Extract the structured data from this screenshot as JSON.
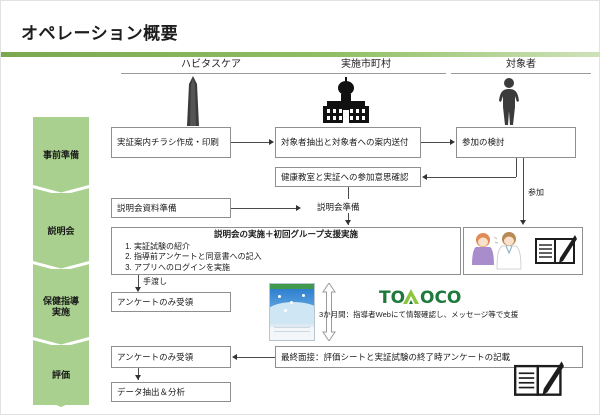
{
  "title": "オペレーション概要",
  "lanes": [
    {
      "id": "habitus",
      "label": "ハビタスケア",
      "icon": "office-building-icon"
    },
    {
      "id": "municipality",
      "label": "実施市町村",
      "icon": "city-hall-icon"
    },
    {
      "id": "participant",
      "label": "対象者",
      "icon": "person-icon"
    }
  ],
  "stages": [
    {
      "id": "prep",
      "label": "事前準備"
    },
    {
      "id": "briefing",
      "label": "説明会"
    },
    {
      "id": "guidance",
      "label": "保健指導\n実施",
      "line1": "保健指導",
      "line2": "実施"
    },
    {
      "id": "evaluation",
      "label": "評価"
    }
  ],
  "boxes": {
    "flyer": "実証案内チラシ作成・印刷",
    "extract": "対象者抽出と対象者への案内送付",
    "consider": "参加の検討",
    "confirm": "健康教室と実証への参加意思確認",
    "material_prep": "説明会資料準備",
    "briefing_prep": "説明会準備",
    "meeting_title": "説明会の実施＋初回グループ支援実施",
    "meeting_steps": [
      "実証試験の紹介",
      "指導前アンケートと同意書への記入",
      "アプリへのログインを実施"
    ],
    "survey_receive_1": "アンケートのみ受領",
    "survey_receive_2": "アンケートのみ受領",
    "data_analysis": "データ抽出＆分析",
    "final_interview": "最終面接：評価シートと実証試験の終了時アンケートの記載"
  },
  "arrow_labels": {
    "join": "参加",
    "handover": "手渡し"
  },
  "brand": {
    "logo_text_left": "TO",
    "logo_text_right": "OCO",
    "logo_full": "TOMOCO",
    "support_note": "3か月間：指導者Webにて情報確認し、メッセージ等で支援"
  },
  "colors": {
    "accent_green": "#7aa84f",
    "band_green": "#a9d08e",
    "logo_dark_green": "#1e7a3c",
    "logo_light_green": "#8cc63e",
    "box_border": "#8f8f8f",
    "line": "#4a4a4a"
  },
  "icons": {
    "book_pencil": "book-pencil-icon",
    "consult": "consultation-icon",
    "phone_app": "phone-app-icon",
    "double_arrow": "double-arrow-icon"
  }
}
